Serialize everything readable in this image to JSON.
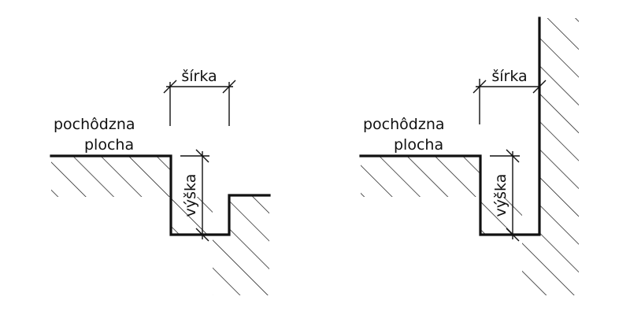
{
  "diagram": {
    "colors": {
      "ink": "#111111",
      "background": "#ffffff"
    },
    "panels": [
      {
        "id": "left",
        "type": "groove-with-lip",
        "labels": {
          "surface_line1": "pochôdzna",
          "surface_line2": "plocha",
          "width": "šírka",
          "height": "výška"
        }
      },
      {
        "id": "right",
        "type": "groove-against-wall",
        "labels": {
          "surface_line1": "pochôdzna",
          "surface_line2": "plocha",
          "width": "šírka",
          "height": "výška"
        }
      }
    ]
  }
}
